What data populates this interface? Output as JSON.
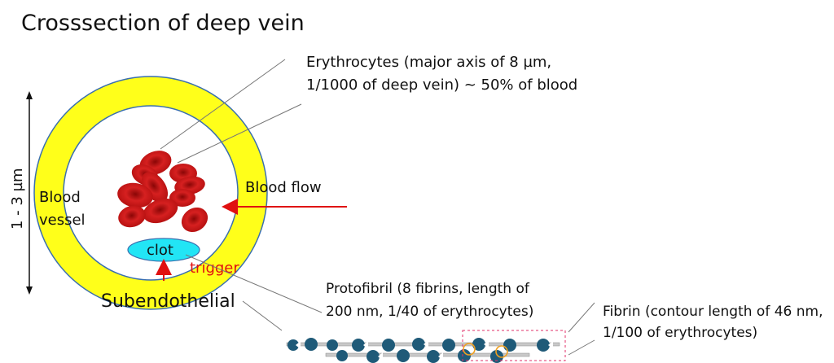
{
  "title": "Crosssection of deep vein",
  "erythrocytes": {
    "line1": "Erythrocytes (major axis of 8 µm,",
    "line2": "1/1000 of deep vein)  ~ 50% of blood"
  },
  "scale_label": "1 - 3 µm",
  "blood_vessel": {
    "line1": "Blood",
    "line2": "vessel"
  },
  "blood_flow": "Blood flow",
  "clot": "clot",
  "trigger": "trigger",
  "subendothelial": "Subendothelial",
  "protofibril": {
    "line1": "Protofibril (8 fibrins, length of",
    "line2": "200 nm, 1/40 of erythrocytes)"
  },
  "fibrin": {
    "line1": "Fibrin (contour length of 46 nm,",
    "line2": "1/100 of erythrocytes)"
  },
  "colors": {
    "vessel_wall": "#ffff1a",
    "vessel_outline": "#3a6fae",
    "erythrocyte": "#c01010",
    "clot": "#22e5f5",
    "trigger": "#e01010",
    "fibrin_bead": "#1f5a78",
    "highlight_box": "#e0306a"
  }
}
